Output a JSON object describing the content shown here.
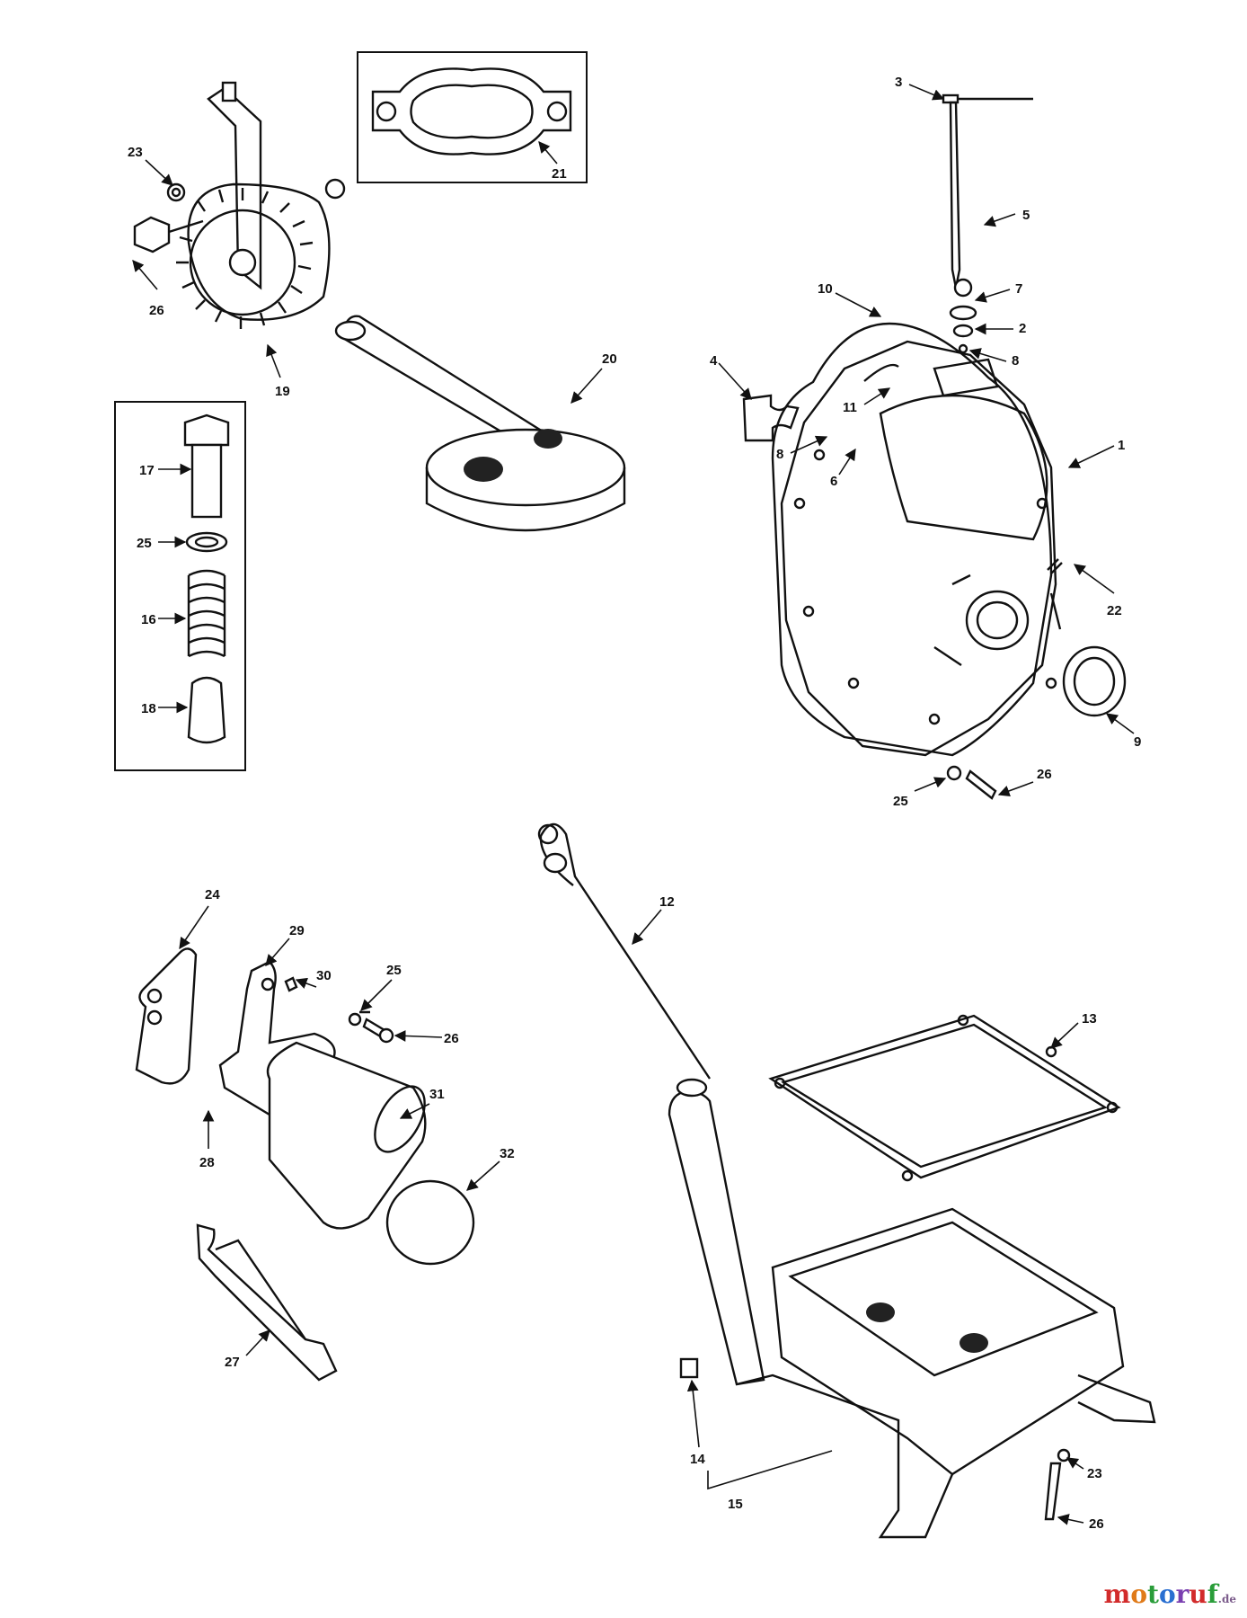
{
  "brand": {
    "name": "motoruf",
    "suffix": ".de"
  },
  "brand_letter_colors": [
    "#d22b2b",
    "#e07b1a",
    "#2a9d3a",
    "#2a6fd1",
    "#7a3fb0",
    "#d22b2b",
    "#2a9d3a"
  ],
  "callouts": [
    "3",
    "5",
    "7",
    "2",
    "8",
    "10",
    "4",
    "11",
    "1",
    "8",
    "6",
    "22",
    "9",
    "25",
    "26",
    "23",
    "21",
    "26",
    "19",
    "20",
    "17",
    "25",
    "16",
    "18",
    "24",
    "29",
    "30",
    "25",
    "26",
    "28",
    "31",
    "32",
    "27",
    "12",
    "13",
    "14",
    "15",
    "23",
    "26"
  ]
}
